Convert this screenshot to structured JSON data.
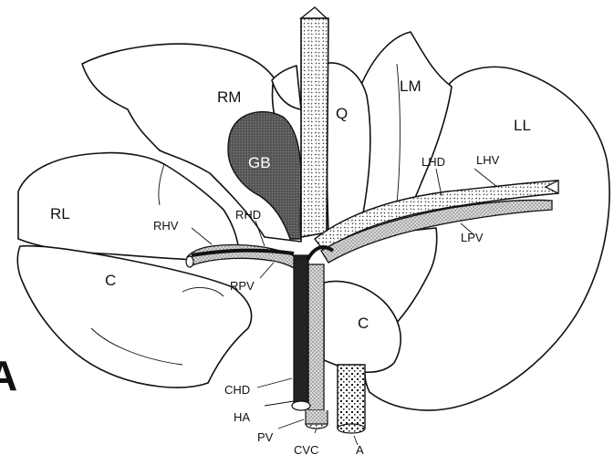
{
  "lobes": {
    "right_medial": "RM",
    "quadrate": "Q",
    "left_medial": "LM",
    "left_lateral": "LL",
    "right_lateral": "RL",
    "caudate_right": "C",
    "caudate_left": "C",
    "gallbladder": "GB"
  },
  "vessels": {
    "left_hepatic_duct": "LHD",
    "left_hepatic_vein": "LHV",
    "right_hepatic_vein": "RHV",
    "right_hepatic_duct": "RHD",
    "left_portal_vein": "LPV",
    "right_portal_vein": "RPV",
    "common_hepatic_duct": "CHD",
    "hepatic_artery": "HA",
    "portal_vein": "PV",
    "caudal_vena_cava": "CVC",
    "aorta": "A"
  },
  "panel_letter": "A"
}
